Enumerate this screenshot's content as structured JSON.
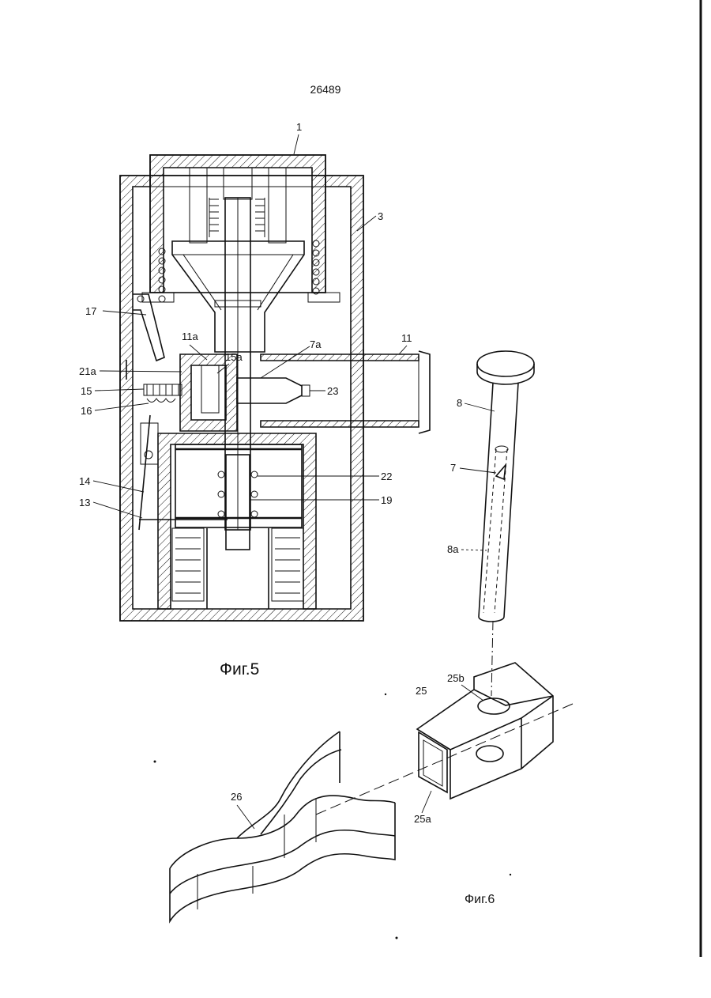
{
  "page_number": "26489",
  "figures": {
    "fig5": {
      "caption": "Фиг.5"
    },
    "fig6": {
      "caption": "Фиг.6"
    }
  },
  "labels": {
    "l1": "1",
    "l3": "3",
    "l17": "17",
    "l11a": "11a",
    "l7a": "7a",
    "l11": "11",
    "l15a": "15a",
    "l21a": "21a",
    "l15": "15",
    "l16": "16",
    "l23": "23",
    "l22": "22",
    "l19": "19",
    "l14": "14",
    "l13": "13",
    "l8": "8",
    "l7": "7",
    "l8a": "8a",
    "l25b": "25b",
    "l25": "25",
    "l25a": "25a",
    "l26": "26"
  }
}
